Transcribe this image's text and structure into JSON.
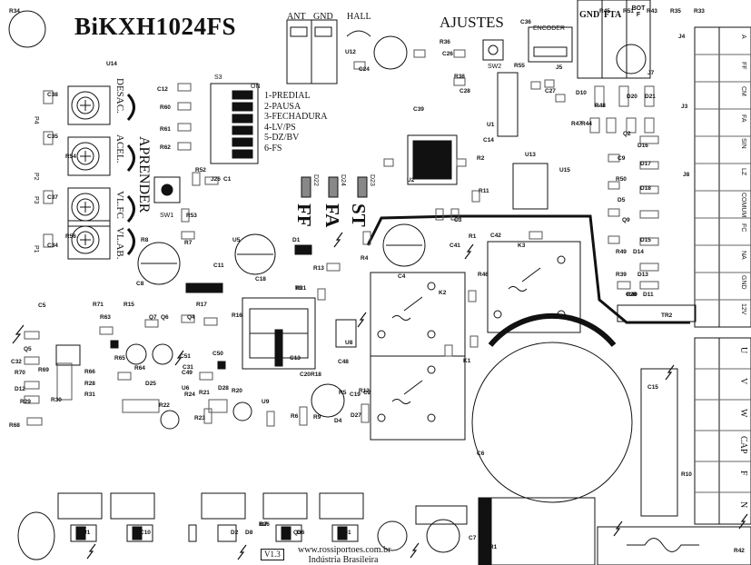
{
  "board": {
    "model": "BiKXH1024FS",
    "adjust_heading": "AJUSTES",
    "version": "V1.3",
    "website": "www.rossiportoes.com.br",
    "made_in": "Indústria Brasileira"
  },
  "top_connectors": {
    "j6_labels": [
      "ANT",
      "GND"
    ],
    "hall_label": "HALL",
    "j7_labels": [
      "GND",
      "FTA",
      "BOT F"
    ],
    "encoder_label": "ENCODER"
  },
  "dip_switch": {
    "ref": "S3",
    "on_label": "ON",
    "positions": [
      "1-PREDIAL",
      "2-PAUSA",
      "3-FECHADURA",
      "4-LV/PS",
      "5-DZ/BV",
      "6-FS"
    ]
  },
  "trimpots": [
    {
      "ref": "P4",
      "label": "DESAC."
    },
    {
      "ref": "P2",
      "label": "ACEL."
    },
    {
      "ref": "P3",
      "label": "VL.FC"
    },
    {
      "ref": "P1",
      "label": "VL.AB."
    }
  ],
  "learn_button": {
    "ref": "SW1",
    "label": "APRENDER"
  },
  "adjust_button": {
    "ref": "SW2"
  },
  "status_leds": [
    {
      "ref": "D22",
      "label": "FF"
    },
    {
      "ref": "D24",
      "label": "FA"
    },
    {
      "ref": "D23",
      "label": "ST"
    }
  ],
  "right_terminal_upper": [
    "A",
    "FF",
    "CM",
    "FA",
    "SIN",
    "LZ",
    "COMUM",
    "FC",
    "NA",
    "GND",
    "12V"
  ],
  "right_terminal_lower": [
    "U",
    "V",
    "W",
    "CAP",
    "F",
    "N"
  ],
  "component_refs": [
    "U14",
    "C38",
    "C12",
    "R60",
    "R61",
    "R62",
    "C35",
    "R54",
    "C37",
    "R56",
    "C34",
    "J26",
    "C1",
    "R53",
    "R52",
    "R7",
    "R8",
    "C8",
    "U5",
    "C11",
    "C18",
    "D1",
    "R4",
    "C4",
    "C41",
    "C42",
    "K3",
    "K2",
    "K1",
    "R46",
    "R1",
    "C3",
    "R11",
    "R2",
    "C14",
    "U2",
    "U13",
    "U15",
    "C39",
    "U1",
    "C36",
    "R55",
    "J5",
    "J7",
    "J4",
    "J3",
    "J8",
    "U12",
    "C24",
    "R36",
    "C26",
    "R38",
    "C28",
    "C27",
    "D10",
    "D21",
    "D20",
    "D16",
    "D17",
    "D18",
    "D15",
    "D13",
    "D14",
    "D11",
    "R39",
    "C29",
    "R40",
    "TR2",
    "TR1",
    "R3",
    "R13",
    "C5",
    "R71",
    "R15",
    "R17",
    "R16",
    "R63",
    "Q7",
    "Q6",
    "Q4",
    "Q5",
    "C32",
    "R69",
    "R70",
    "D12",
    "R29",
    "R30",
    "R68",
    "R31",
    "R28",
    "R66",
    "R65",
    "R64",
    "C31",
    "C51",
    "C50",
    "C49",
    "D25",
    "U6",
    "D28",
    "R23",
    "R22",
    "R21",
    "R24",
    "R20",
    "U9",
    "U8",
    "C20",
    "C48",
    "C19",
    "R18",
    "C13",
    "R6",
    "D4",
    "R12",
    "R9",
    "R5",
    "D27",
    "C2",
    "C6",
    "C15",
    "R10",
    "R42",
    "C7",
    "TR1",
    "J2",
    "J1",
    "F1",
    "C10",
    "D2",
    "D8",
    "Q3",
    "D6",
    "Q1",
    "R26",
    "D7",
    "Q2",
    "D5",
    "Q9",
    "C9",
    "R49",
    "R50",
    "R48",
    "R47",
    "R44",
    "R45",
    "R51",
    "R43",
    "R35",
    "R33",
    "R34"
  ]
}
